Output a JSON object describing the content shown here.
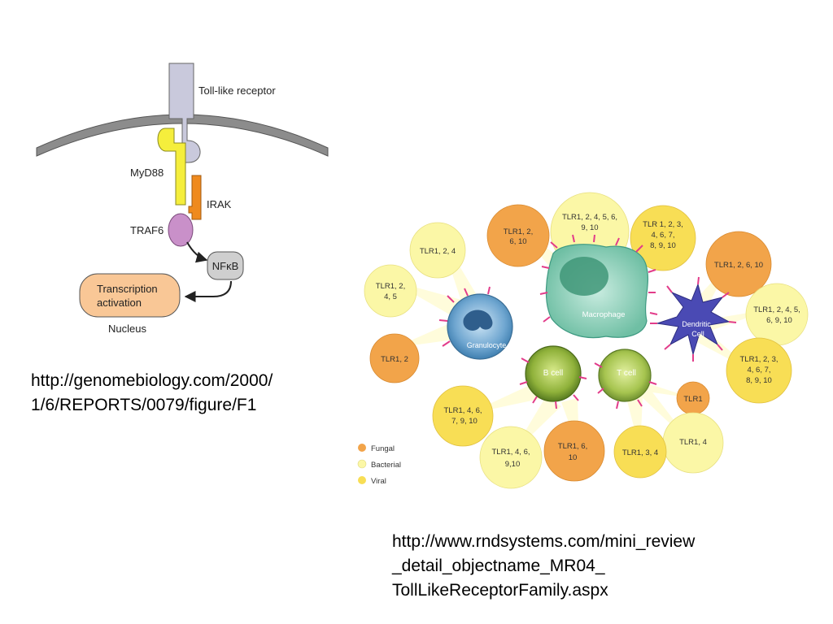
{
  "tlr_pathway": {
    "receptor_label": "Toll-like receptor",
    "myd88_label": "MyD88",
    "irak_label": "IRAK",
    "traf6_label": "TRAF6",
    "nfkb_label": "NFκB",
    "transcription_label_line1": "Transcription",
    "transcription_label_line2": "activation",
    "nucleus_label": "Nucleus"
  },
  "caption_left": {
    "line1": "http://genomebiology.com/2000/",
    "line2": "1/6/REPORTS/0079/figure/F1"
  },
  "immune_cells": {
    "cells": {
      "macrophage": "Macrophage",
      "granulocyte": "Granulocyte",
      "dendritic_line1": "Dendritic",
      "dendritic_line2": "Cell",
      "bcell": "B cell",
      "tcell": "T cell"
    },
    "bubbles": [
      {
        "id": "gran-1",
        "lines": [
          "TLR1, 2, 4"
        ],
        "type": "Bacterial"
      },
      {
        "id": "gran-2",
        "lines": [
          "TLR1, 2,",
          "4, 5"
        ],
        "type": "Bacterial"
      },
      {
        "id": "gran-3",
        "lines": [
          "TLR1, 2"
        ],
        "type": "Fungal"
      },
      {
        "id": "mac-1",
        "lines": [
          "TLR1, 2,",
          "6, 10"
        ],
        "type": "Fungal"
      },
      {
        "id": "mac-2",
        "lines": [
          "TLR1, 2, 4, 5, 6,",
          "9, 10"
        ],
        "type": "Bacterial"
      },
      {
        "id": "mac-3",
        "lines": [
          "TLR 1, 2, 3,",
          "4, 6, 7,",
          "8, 9, 10"
        ],
        "type": "Viral"
      },
      {
        "id": "dc-1",
        "lines": [
          "TLR1, 2, 6, 10"
        ],
        "type": "Fungal"
      },
      {
        "id": "dc-2",
        "lines": [
          "TLR1, 2, 4, 5,",
          "6, 9, 10"
        ],
        "type": "Bacterial"
      },
      {
        "id": "dc-3",
        "lines": [
          "TLR1, 2, 3,",
          "4, 6, 7,",
          "8, 9, 10"
        ],
        "type": "Viral"
      },
      {
        "id": "b-1",
        "lines": [
          "TLR1, 4, 6,",
          "7, 9, 10"
        ],
        "type": "Viral"
      },
      {
        "id": "b-2",
        "lines": [
          "TLR1, 4, 6,",
          "9,10"
        ],
        "type": "Bacterial"
      },
      {
        "id": "b-3",
        "lines": [
          "TLR1, 6,",
          "10"
        ],
        "type": "Fungal"
      },
      {
        "id": "t-1",
        "lines": [
          "TLR1"
        ],
        "type": "Fungal"
      },
      {
        "id": "t-2",
        "lines": [
          "TLR1, 4"
        ],
        "type": "Bacterial"
      },
      {
        "id": "t-3",
        "lines": [
          "TLR1, 3, 4"
        ],
        "type": "Viral"
      }
    ],
    "legend": [
      {
        "label": "Fungal",
        "color": "#f2a44a"
      },
      {
        "label": "Bacterial",
        "color": "#fbf7a6"
      },
      {
        "label": "Viral",
        "color": "#f8de55"
      }
    ]
  },
  "caption_right": {
    "line1": "http://www.rndsystems.com/mini_review",
    "line2": "_detail_objectname_MR04_",
    "line3": "TollLikeReceptorFamily.aspx"
  }
}
